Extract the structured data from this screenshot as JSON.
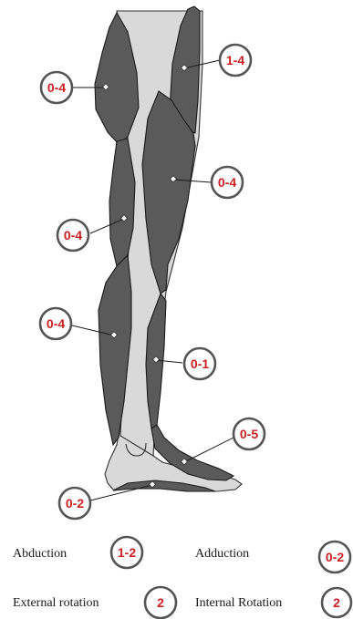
{
  "muscle_labels": [
    {
      "id": "hip-upper",
      "value": "0-4"
    },
    {
      "id": "thigh-front-upper",
      "value": "1-4"
    },
    {
      "id": "thigh-front",
      "value": "0-4"
    },
    {
      "id": "thigh-back",
      "value": "0-4"
    },
    {
      "id": "calf",
      "value": "0-4"
    },
    {
      "id": "shin",
      "value": "0-1"
    },
    {
      "id": "ankle-top",
      "value": "0-5"
    },
    {
      "id": "sole",
      "value": "0-2"
    }
  ],
  "legend": [
    {
      "label": "Abduction",
      "value": "1-2"
    },
    {
      "label": "Adduction",
      "value": "0-2"
    },
    {
      "label": "External rotation",
      "value": "2"
    },
    {
      "label": "Internal  Rotation",
      "value": "2"
    }
  ],
  "colors": {
    "muscle": "#5a5a5a",
    "bone": "#d9d9d9",
    "label_text": "#cc1f1f",
    "badge_ring": "#555555"
  }
}
